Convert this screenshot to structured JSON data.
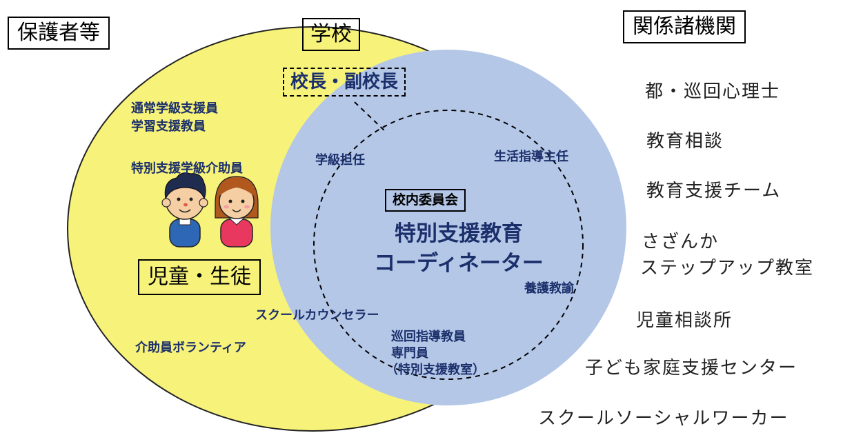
{
  "headers": {
    "guardians": "保護者等",
    "school": "学校",
    "agencies": "関係諸機関",
    "principal": "校長・副校長",
    "students": "児童・生徒",
    "committee": "校内委員会"
  },
  "center_title": [
    "特別支援教育",
    "コーディネーター"
  ],
  "school_staff": {
    "homeroom": "学級担任",
    "guidance": "生活指導主任",
    "nurse": "養護教諭",
    "counselor": "スクールカウンセラー",
    "itinerant": [
      "巡回指導教員",
      "専門員",
      "（特別支援教室）"
    ]
  },
  "yellow_staff": {
    "regular": [
      "通常学級支援員",
      "学習支援教員"
    ],
    "special_aide": "特別支援学級介助員",
    "volunteer": "介助員ボランティア"
  },
  "agencies_list": [
    "都・巡回心理士",
    "教育相談",
    "教育支援チーム",
    "さざんか",
    "ステップアップ教室",
    "児童相談所",
    "子ども家庭支援センター",
    "スクールソーシャルワーカー"
  ],
  "colors": {
    "yellow_ellipse": "#f7f27a",
    "blue_circle": "#b4c7e7",
    "blue_text": "#1b2f6b"
  }
}
